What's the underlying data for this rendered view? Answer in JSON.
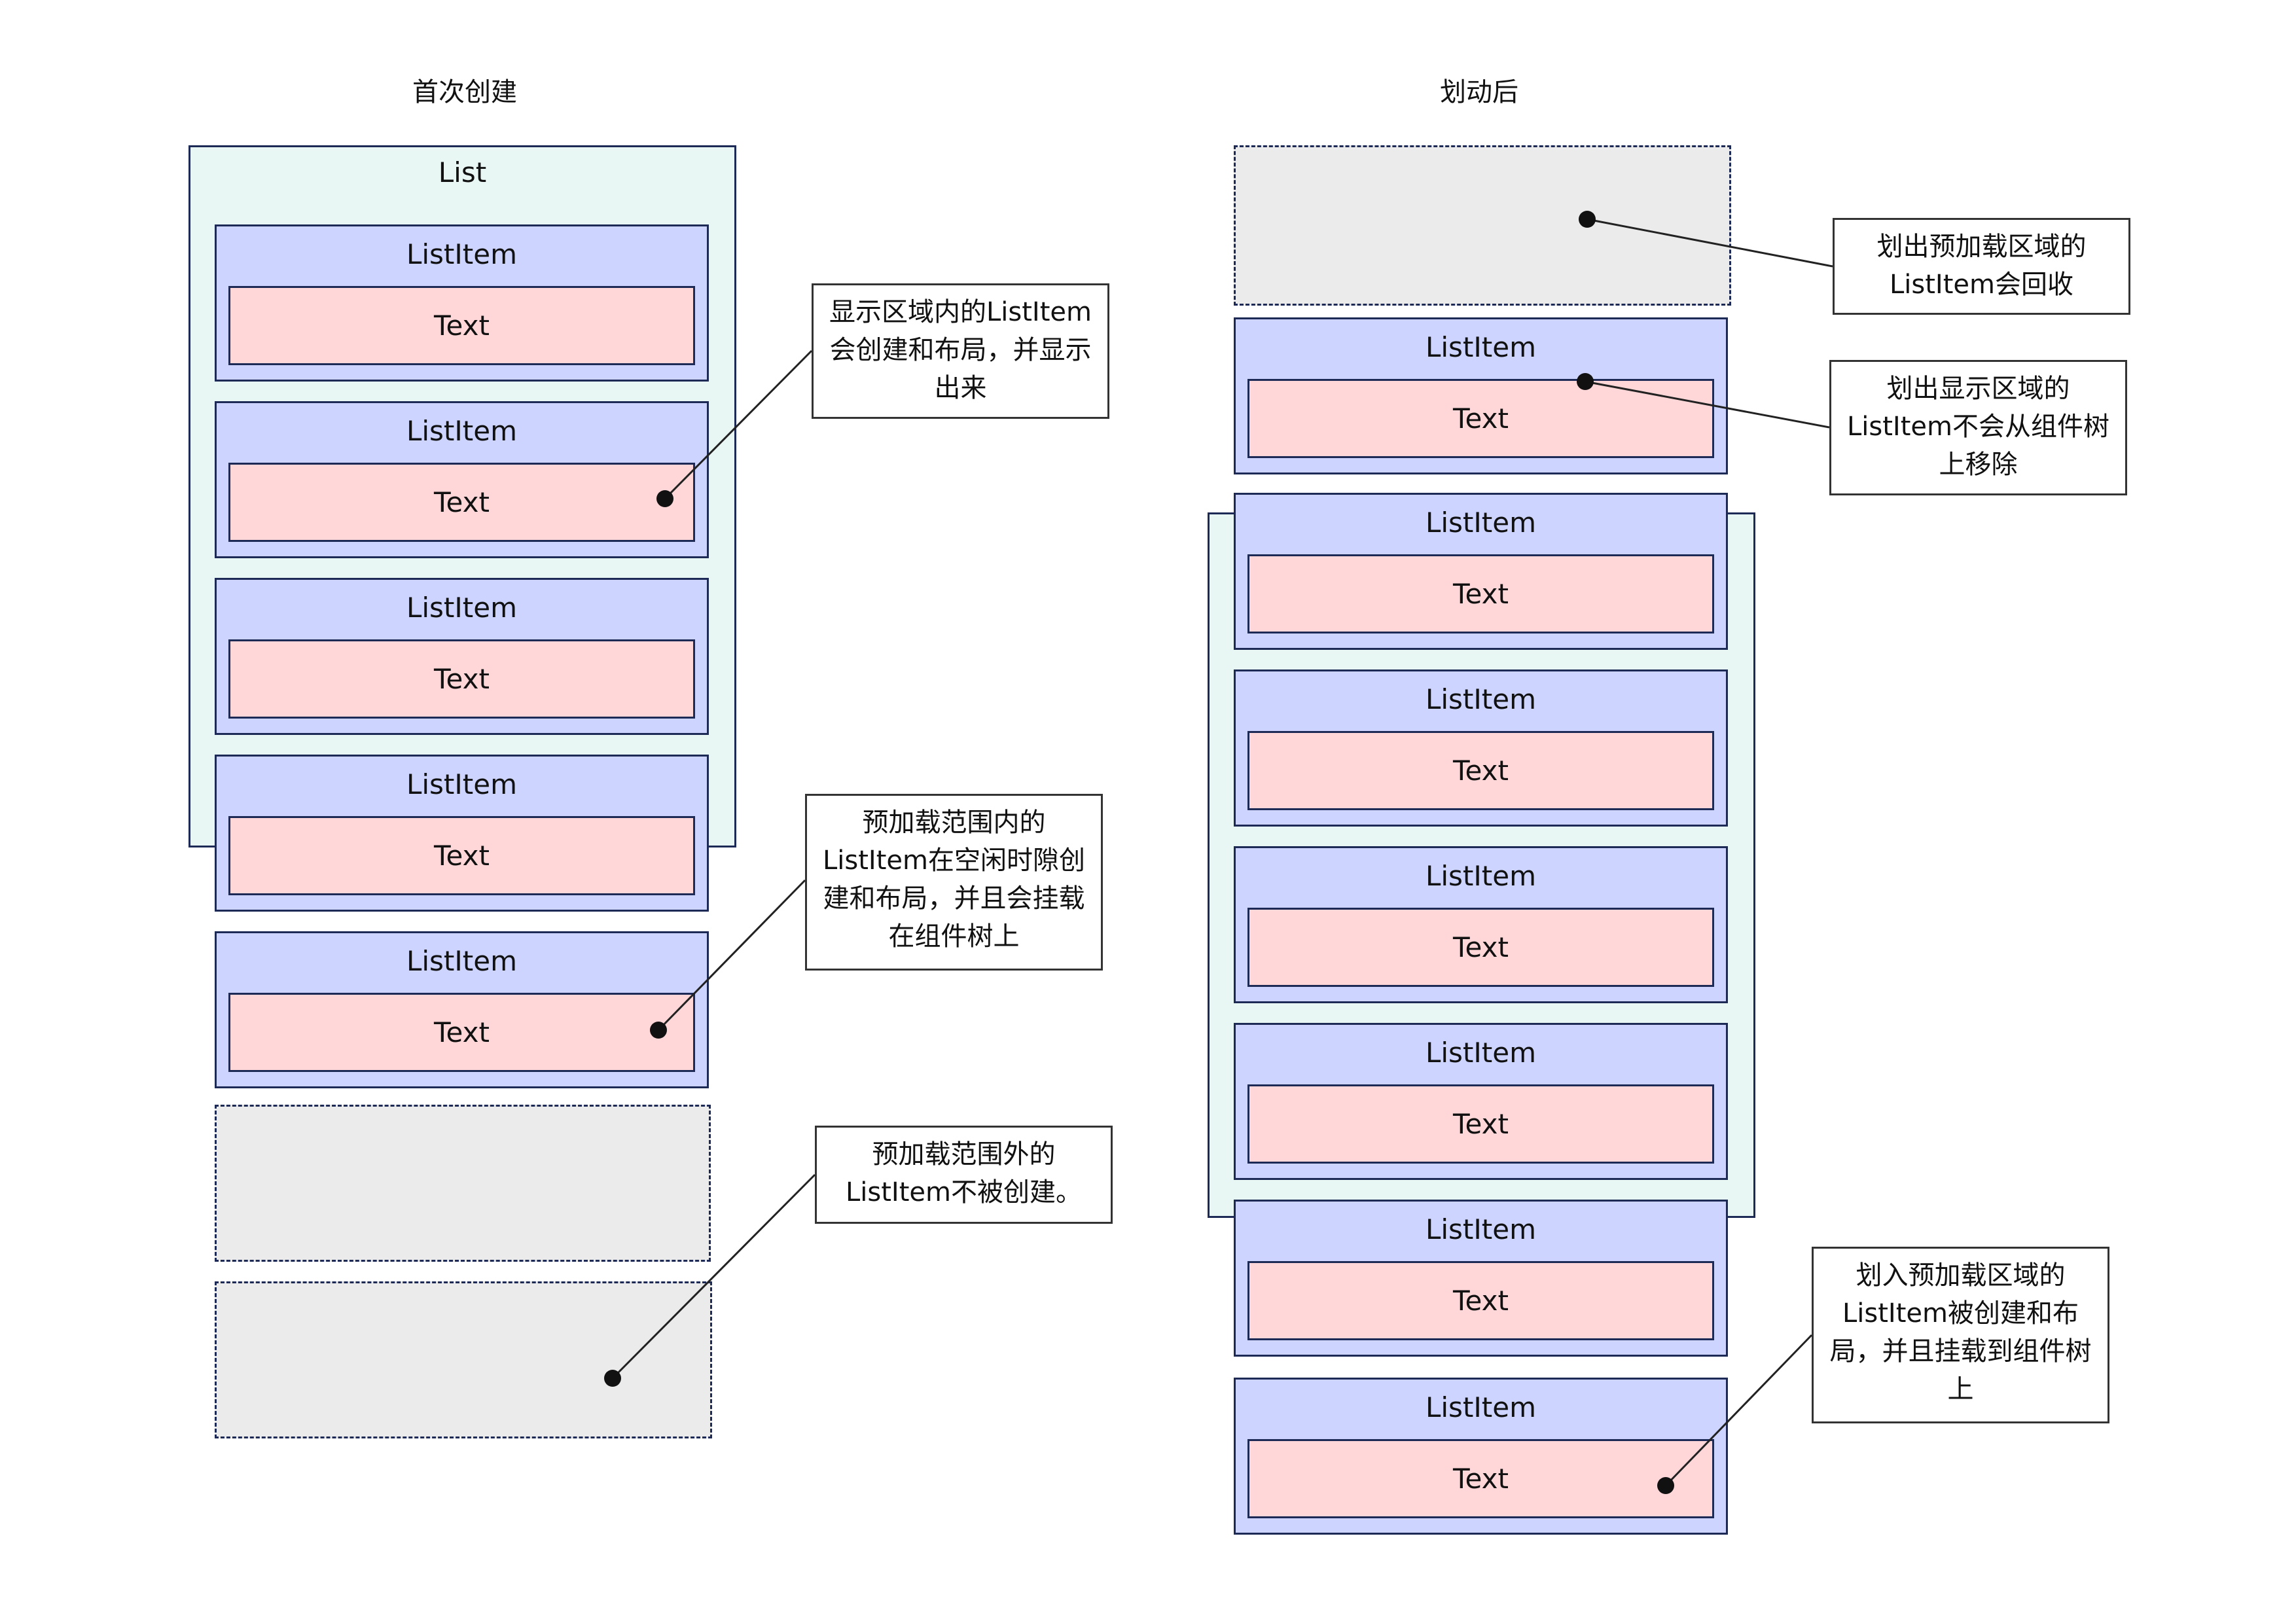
{
  "left": {
    "title": "首次创建",
    "list_label": "List",
    "items": [
      {
        "label": "ListItem",
        "text": "Text"
      },
      {
        "label": "ListItem",
        "text": "Text"
      },
      {
        "label": "ListItem",
        "text": "Text"
      },
      {
        "label": "ListItem",
        "text": "Text"
      },
      {
        "label": "ListItem",
        "text": "Text"
      }
    ],
    "notes": [
      {
        "lines": [
          "显示区域内的ListItem",
          "会创建和布局，并显示",
          "出来"
        ]
      },
      {
        "lines": [
          "预加载范围内的",
          "ListItem在空闲时隙创",
          "建和布局，并且会挂载",
          "在组件树上"
        ]
      },
      {
        "lines": [
          "预加载范围外的",
          "ListItem不被创建。"
        ]
      }
    ]
  },
  "right": {
    "title": "划动后",
    "items": [
      {
        "label": "ListItem",
        "text": "Text"
      },
      {
        "label": "ListItem",
        "text": "Text"
      },
      {
        "label": "ListItem",
        "text": "Text"
      },
      {
        "label": "ListItem",
        "text": "Text"
      },
      {
        "label": "ListItem",
        "text": "Text"
      },
      {
        "label": "ListItem",
        "text": "Text"
      },
      {
        "label": "ListItem",
        "text": "Text"
      }
    ],
    "notes": [
      {
        "lines": [
          "划出预加载区域的",
          "ListItem会回收"
        ]
      },
      {
        "lines": [
          "划出显示区域的",
          "ListItem不会从组件树",
          "上移除"
        ]
      },
      {
        "lines": [
          "划入预加载区域的",
          "ListItem被创建和布",
          "局，并且挂载到组件树",
          "上"
        ]
      }
    ]
  }
}
